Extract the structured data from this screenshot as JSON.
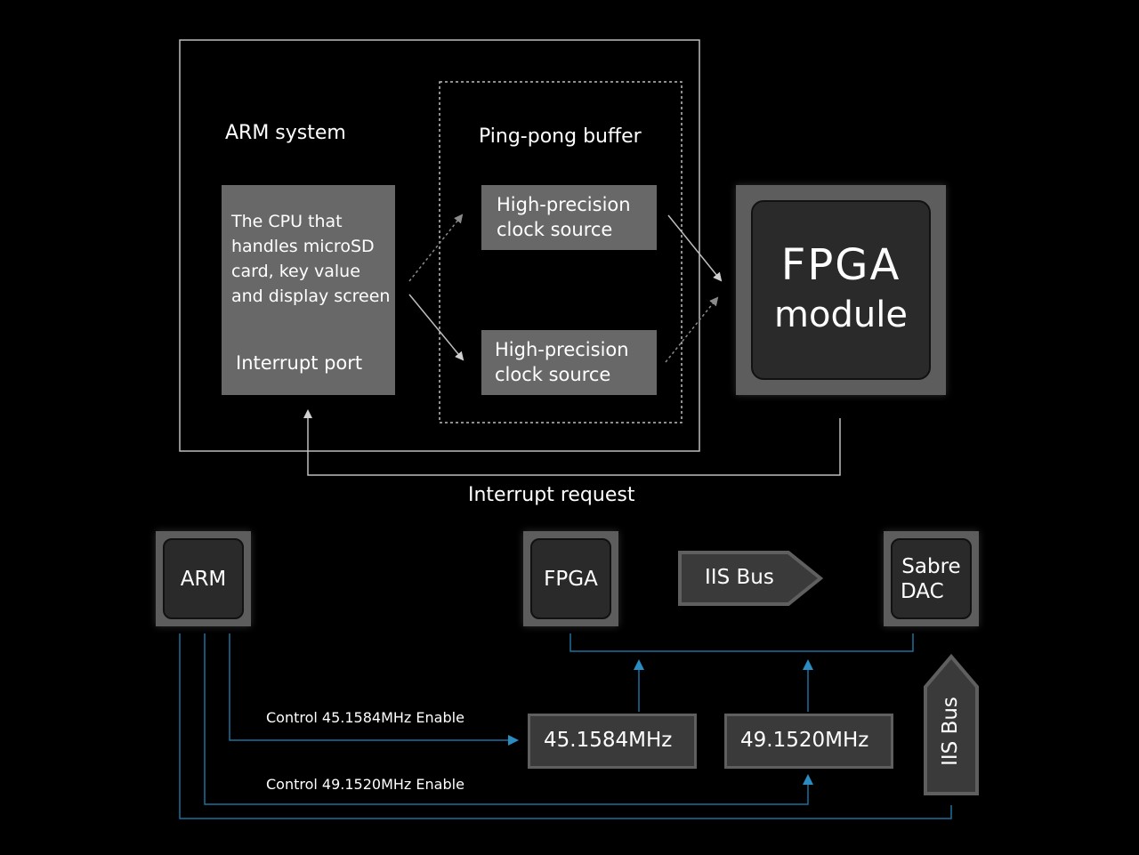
{
  "top": {
    "arm_system_label": "ARM system",
    "pingpong_label": "Ping-pong buffer",
    "cpu_text": [
      "The CPU that",
      "handles microSD",
      "card, key value",
      "and display screen"
    ],
    "interrupt_port": "Interrupt port",
    "clock_source_1": [
      "High-precision",
      "clock source"
    ],
    "clock_source_2": [
      "High-precision",
      "clock source"
    ],
    "fpga_module": [
      "FPGA",
      "module"
    ],
    "interrupt_request": "Interrupt request"
  },
  "bottom": {
    "arm": "ARM",
    "fpga": "FPGA",
    "iis_bus_horizontal": "IIS Bus",
    "sabre_dac": [
      "Sabre",
      "DAC"
    ],
    "iis_bus_vertical": "IIS Bus",
    "osc_1": "45.1584MHz",
    "osc_2": "49.1520MHz",
    "control_1": "Control 45.1584MHz Enable",
    "control_2": "Control 49.1520MHz Enable"
  },
  "colors": {
    "background": "#000000",
    "line_white": "#cfcfcf",
    "line_blue": "#1e6f9a",
    "chip_outer": "#5d5d5d",
    "chip_inner": "#2a2a2a",
    "box_gray": "#686868"
  }
}
